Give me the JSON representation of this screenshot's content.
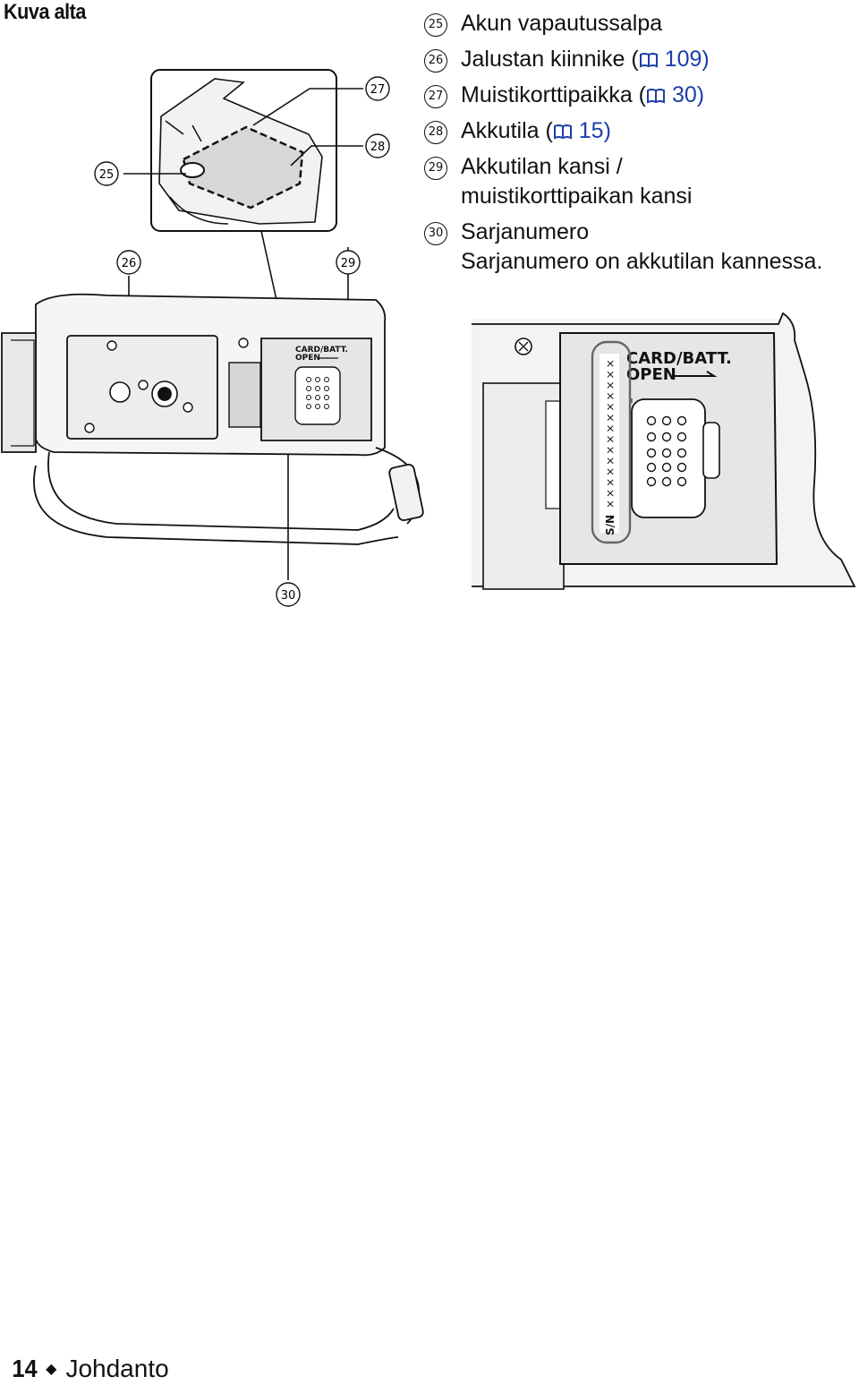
{
  "page": {
    "title": "Kuva alta",
    "footer": {
      "page_number": "14",
      "section": "Johdanto"
    }
  },
  "legend": [
    {
      "num": "25",
      "text": "Akun vapautussalpa",
      "ref": ""
    },
    {
      "num": "26",
      "text": "Jalustan kiinnike (",
      "ref": "109)"
    },
    {
      "num": "27",
      "text": "Muistikorttipaikka (",
      "ref": "30)"
    },
    {
      "num": "28",
      "text": "Akkutila (",
      "ref": "15)"
    },
    {
      "num": "29",
      "text": "Akkutilan kansi /",
      "text2": "muistikorttipaikan kansi",
      "ref": ""
    },
    {
      "num": "30",
      "text": "Sarjanumero",
      "text2": "Sarjanumero on akkutilan kannessa.",
      "ref": ""
    }
  ],
  "callouts": {
    "c25": "25",
    "c26": "26",
    "c27": "27",
    "c28": "28",
    "c29": "29",
    "c30": "30"
  },
  "labels": {
    "card_batt": "CARD/BATT.",
    "open": "OPEN",
    "serial_prefix": "S/N",
    "serial_mask": "××××××××××××××"
  },
  "colors": {
    "reference_blue": "#1b3fa8",
    "line": "#111111",
    "panel_gray": "#e6e6e6"
  }
}
